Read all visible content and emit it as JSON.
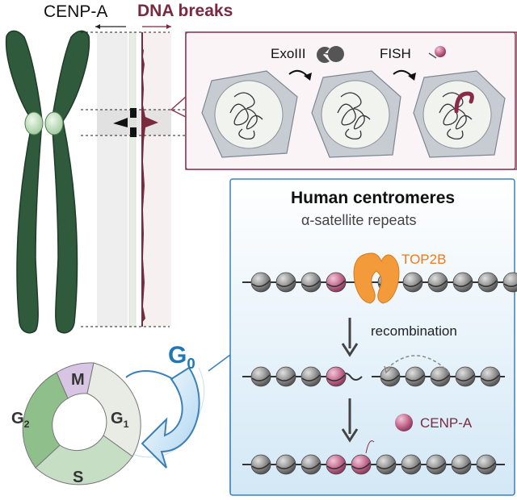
{
  "track_labels": {
    "cenp_a": "CENP-A",
    "dna_breaks": "DNA breaks"
  },
  "assay": {
    "step1": "ExoIII",
    "step2": "FISH"
  },
  "centromere_panel": {
    "title": "Human centromeres",
    "subtitle": "α-satellite repeats",
    "top2b": "TOP2B",
    "recombination": "recombination",
    "cenpa": "CENP-A"
  },
  "cell_cycle": {
    "g0": "G0",
    "phases": [
      {
        "label": "M"
      },
      {
        "label": "G1"
      },
      {
        "label": "S"
      },
      {
        "label": "G2"
      }
    ]
  },
  "colors": {
    "chromosome": "#2f5a3b",
    "centromere": "#cfe6cc",
    "break_red": "#7a2a3e",
    "nucleosome": "#8e8e8e",
    "cenpa_pink": "#c46a8f",
    "top2b_orange": "#f39a3a",
    "panel_blue": "#dbecf7",
    "g0_blue": "#1f78b4"
  }
}
